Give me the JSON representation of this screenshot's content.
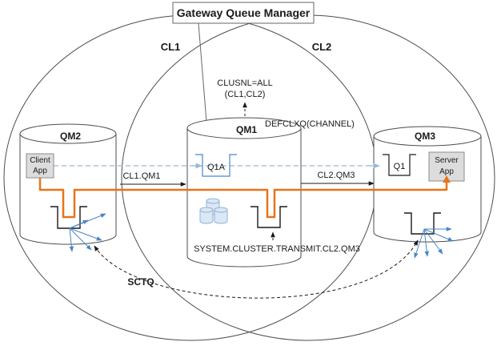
{
  "title": "Gateway Queue Manager",
  "clusters": {
    "cl1": "CL1",
    "cl2": "CL2"
  },
  "queue_managers": {
    "qm1": "QM1",
    "qm2": "QM2",
    "qm3": "QM3"
  },
  "annotations": {
    "clusnl_line1": "CLUSNL=ALL",
    "clusnl_line2": "(CL1,CL2)",
    "defclxq": "DEFCLXQ(CHANNEL)",
    "transmit_queue": "SYSTEM.CLUSTER.TRANSMIT.CL2.QM3",
    "sctq": "SCTQ"
  },
  "channels": {
    "cl1_qm1": "CL1.QM1",
    "cl2_qm3": "CL2.QM3"
  },
  "queues": {
    "q1a": "Q1A",
    "q1": "Q1"
  },
  "apps": {
    "client_line1": "Client",
    "client_line2": "App",
    "server_line1": "Server",
    "server_line2": "App"
  },
  "colors": {
    "message_path": "#e8731a",
    "dashed_link": "#9bb7d4",
    "queue_glyph": "#4a86c5",
    "app_box": "#dcdcdc"
  }
}
